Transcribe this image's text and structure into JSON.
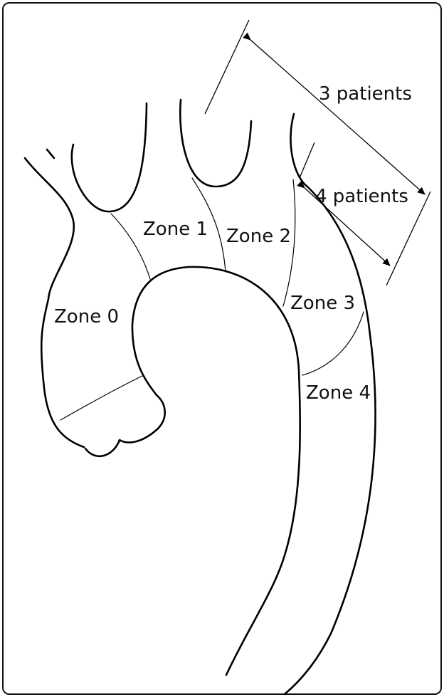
{
  "diagram": {
    "zones": [
      {
        "label": "Zone 0"
      },
      {
        "label": "Zone 1"
      },
      {
        "label": "Zone 2"
      },
      {
        "label": "Zone 3"
      },
      {
        "label": "Zone 4"
      }
    ],
    "measurements": [
      {
        "label": "3 patients"
      },
      {
        "label": "4 patients"
      }
    ]
  }
}
